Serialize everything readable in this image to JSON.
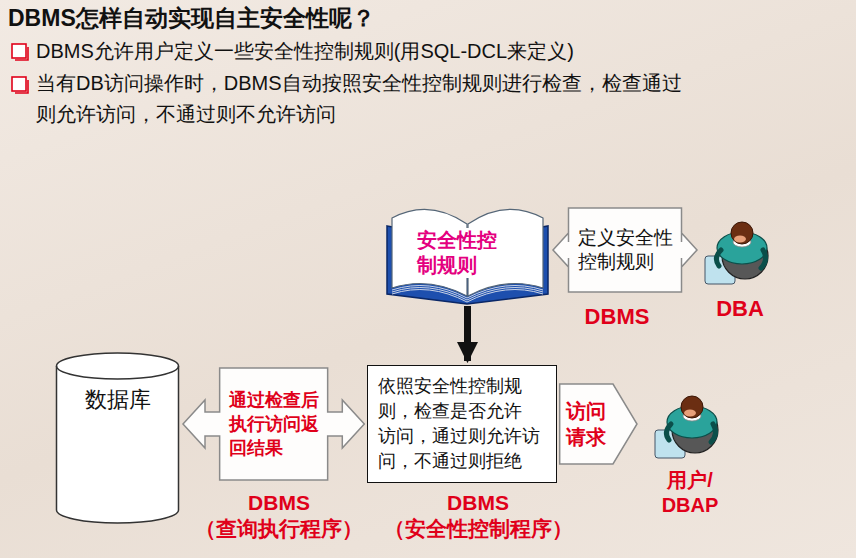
{
  "diagram": {
    "title": "DBMS怎样自动实现自主安全性呢？",
    "nodes": [
      {
        "text": [
          "安全性控 制规则"
        ]
      },
      {
        "text": [
          "DBA"
        ]
      },
      {
        "text": [
          "数据库"
        ]
      },
      {
        "text": [
          "依照安全性控制规 则，检查是否允许 访问，通过则允许访 问，不通过则拒绝"
        ]
      },
      {
        "text": [
          "用户/ DBAP"
        ]
      }
    ],
    "edges": [
      {
        "from": 0,
        "to": 1,
        "label": "定义安全性 控制规则",
        "arrow": "both"
      },
      {
        "from": 0,
        "to": 3,
        "arrow": "to"
      },
      {
        "from": 3,
        "to": 2,
        "label": "通过检查后 执行访问返 回结果",
        "arrow": "both"
      },
      {
        "from": 3,
        "to": 4,
        "label": "访问 请求",
        "arrow": "to"
      }
    ],
    "labels": [
      "DBMS允许用户定义一些安全性控制规则(用SQL-DCL来定义)",
      "当有DB访问操作时，DBMS自动按照安全性控制规则进行检查，检查通过 则允许访问，不通过则不允许访问",
      "DBMS",
      "DBMS （查询执行程序）",
      "DBMS （安全性控制程序）"
    ]
  }
}
